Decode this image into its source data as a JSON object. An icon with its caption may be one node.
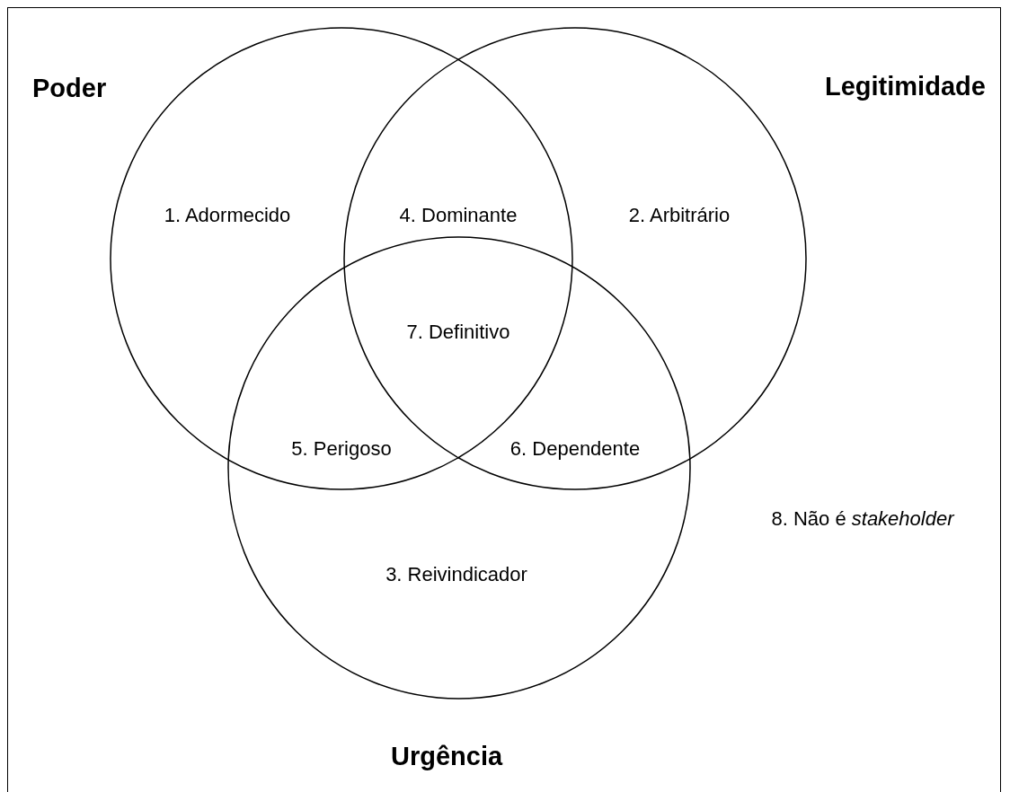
{
  "diagram": {
    "nodes": [
      {
        "text": [
          "Poder"
        ]
      },
      {
        "text": [
          "Legitimidade"
        ]
      },
      {
        "text": [
          "Urgência"
        ]
      }
    ],
    "labels": [
      "1. Adormecido",
      "4. Dominante",
      "2. Arbitrário",
      "7. Definitivo",
      "5. Perigoso",
      "6. Dependente",
      "8. Não é *stakeholder*",
      "3. Reivindicador"
    ]
  }
}
